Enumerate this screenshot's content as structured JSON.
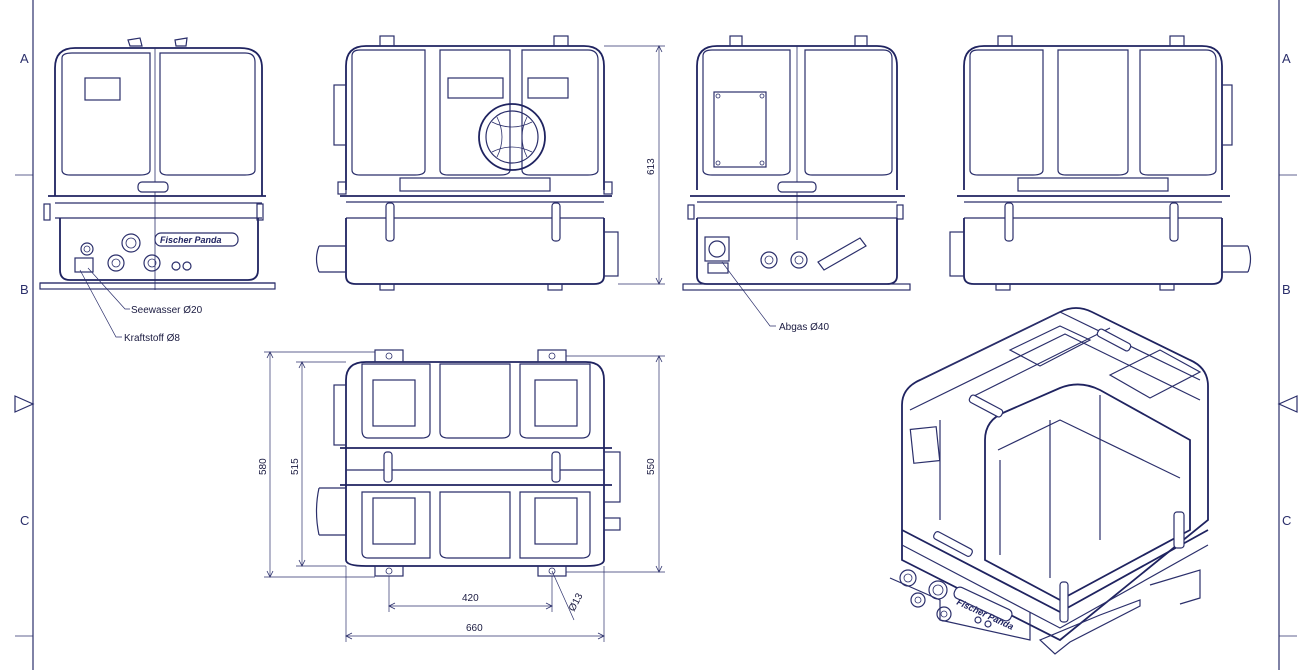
{
  "grid_labels": {
    "row_a": "A",
    "row_b": "B",
    "row_c": "C"
  },
  "callouts": {
    "seawater": "Seewasser Ø20",
    "fuel": "Kraftstoff Ø8",
    "exhaust": "Abgas Ø40"
  },
  "brand": "Fischer Panda",
  "dimensions": {
    "height": "613",
    "depth_outer": "580",
    "depth_inner": "515",
    "depth_right": "550",
    "mount_spacing": "420",
    "width": "660",
    "hole": "Ø13"
  },
  "colors": {
    "line": "#2b2f6b",
    "background": "#ffffff"
  }
}
